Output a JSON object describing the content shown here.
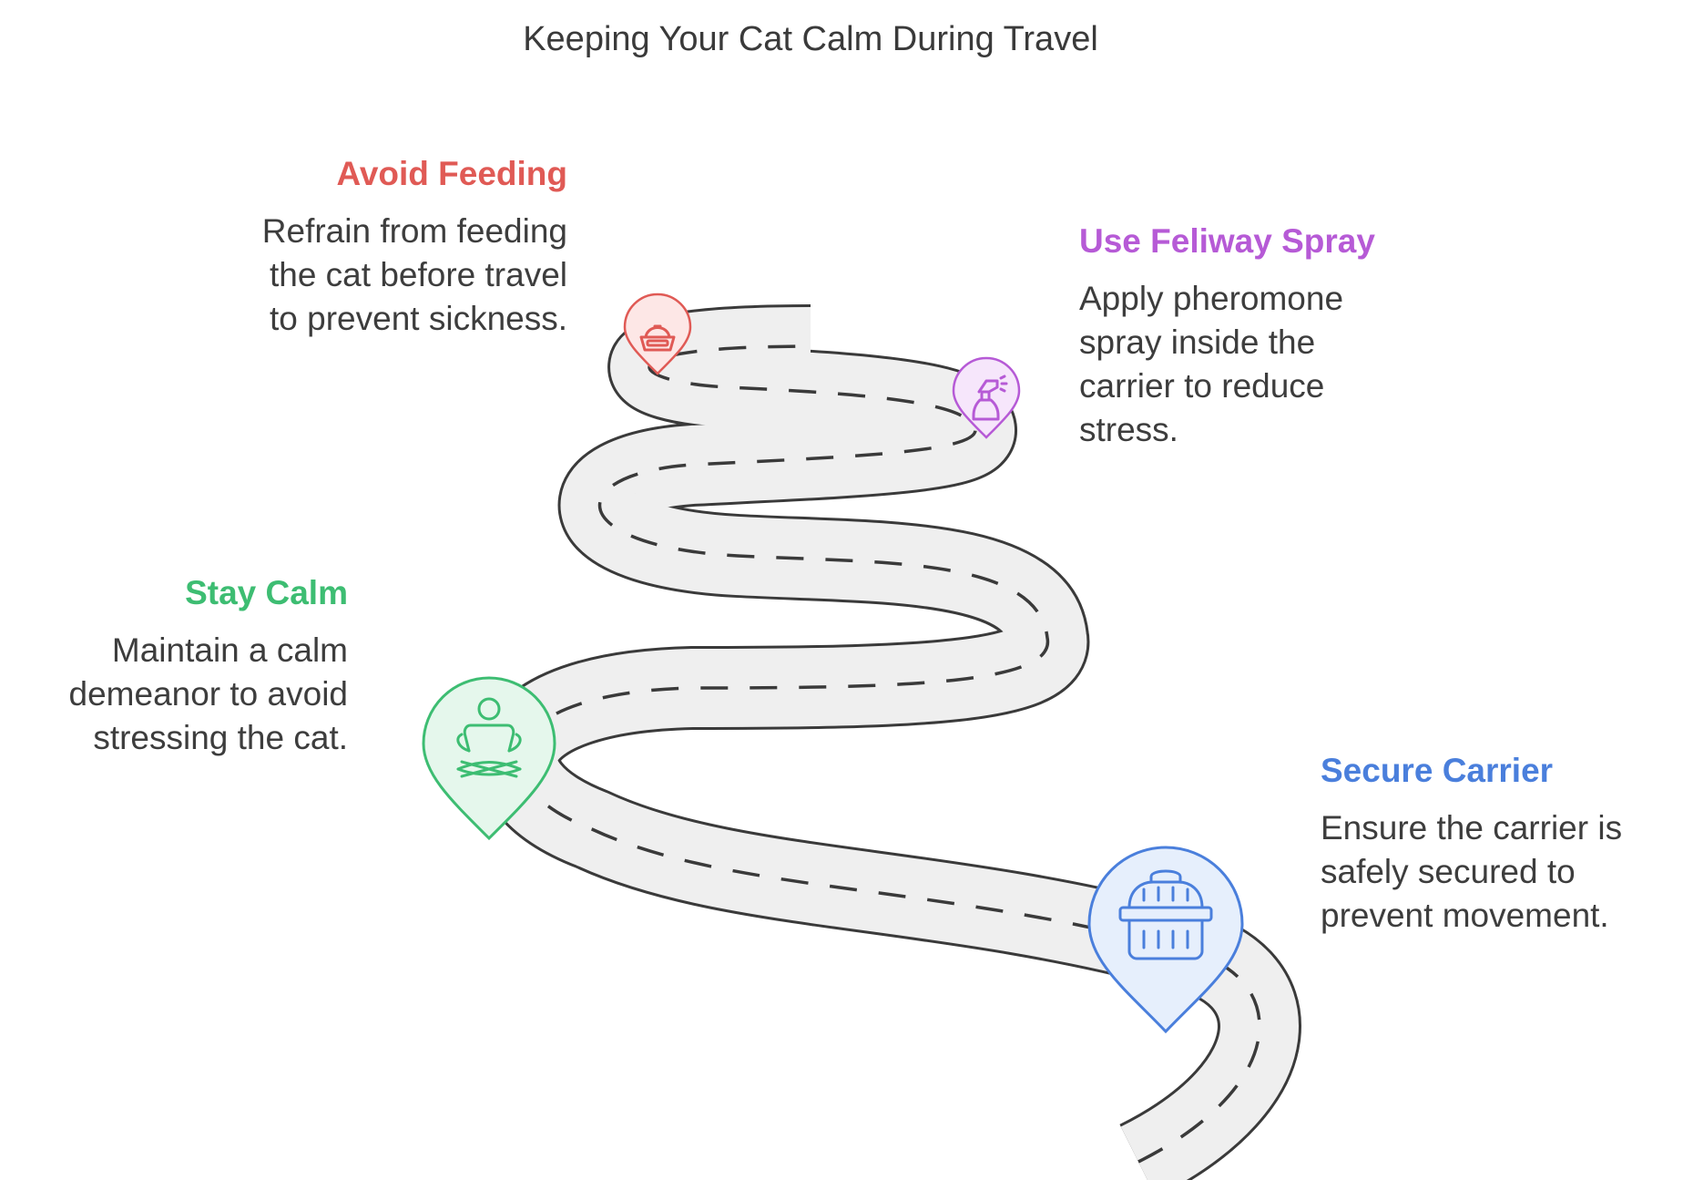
{
  "title": "Keeping Your Cat Calm During Travel",
  "steps": [
    {
      "id": "avoid-feeding",
      "heading": "Avoid Feeding",
      "lines": [
        "Refrain from feeding",
        "the cat before travel",
        "to prevent sickness."
      ],
      "color": "#e05a55",
      "fill": "#fde7e6",
      "icon": "food-bowl-icon"
    },
    {
      "id": "feliway-spray",
      "heading": "Use Feliway Spray",
      "lines": [
        "Apply pheromone",
        "spray inside the",
        "carrier to reduce",
        "stress."
      ],
      "color": "#b65ad6",
      "fill": "#f6e6fb",
      "icon": "spray-bottle-icon"
    },
    {
      "id": "stay-calm",
      "heading": "Stay Calm",
      "lines": [
        "Maintain a calm",
        "demeanor to avoid",
        "stressing the cat."
      ],
      "color": "#3dbd72",
      "fill": "#e5f7ec",
      "icon": "meditation-icon"
    },
    {
      "id": "secure-carrier",
      "heading": "Secure Carrier",
      "lines": [
        "Ensure the carrier is",
        "safely secured to",
        "prevent movement."
      ],
      "color": "#4a7fdc",
      "fill": "#e6effc",
      "icon": "pet-carrier-icon"
    }
  ],
  "road": {
    "fill": "#efefef",
    "edge": "#3a3a3a",
    "dash": "#3a3a3a"
  }
}
